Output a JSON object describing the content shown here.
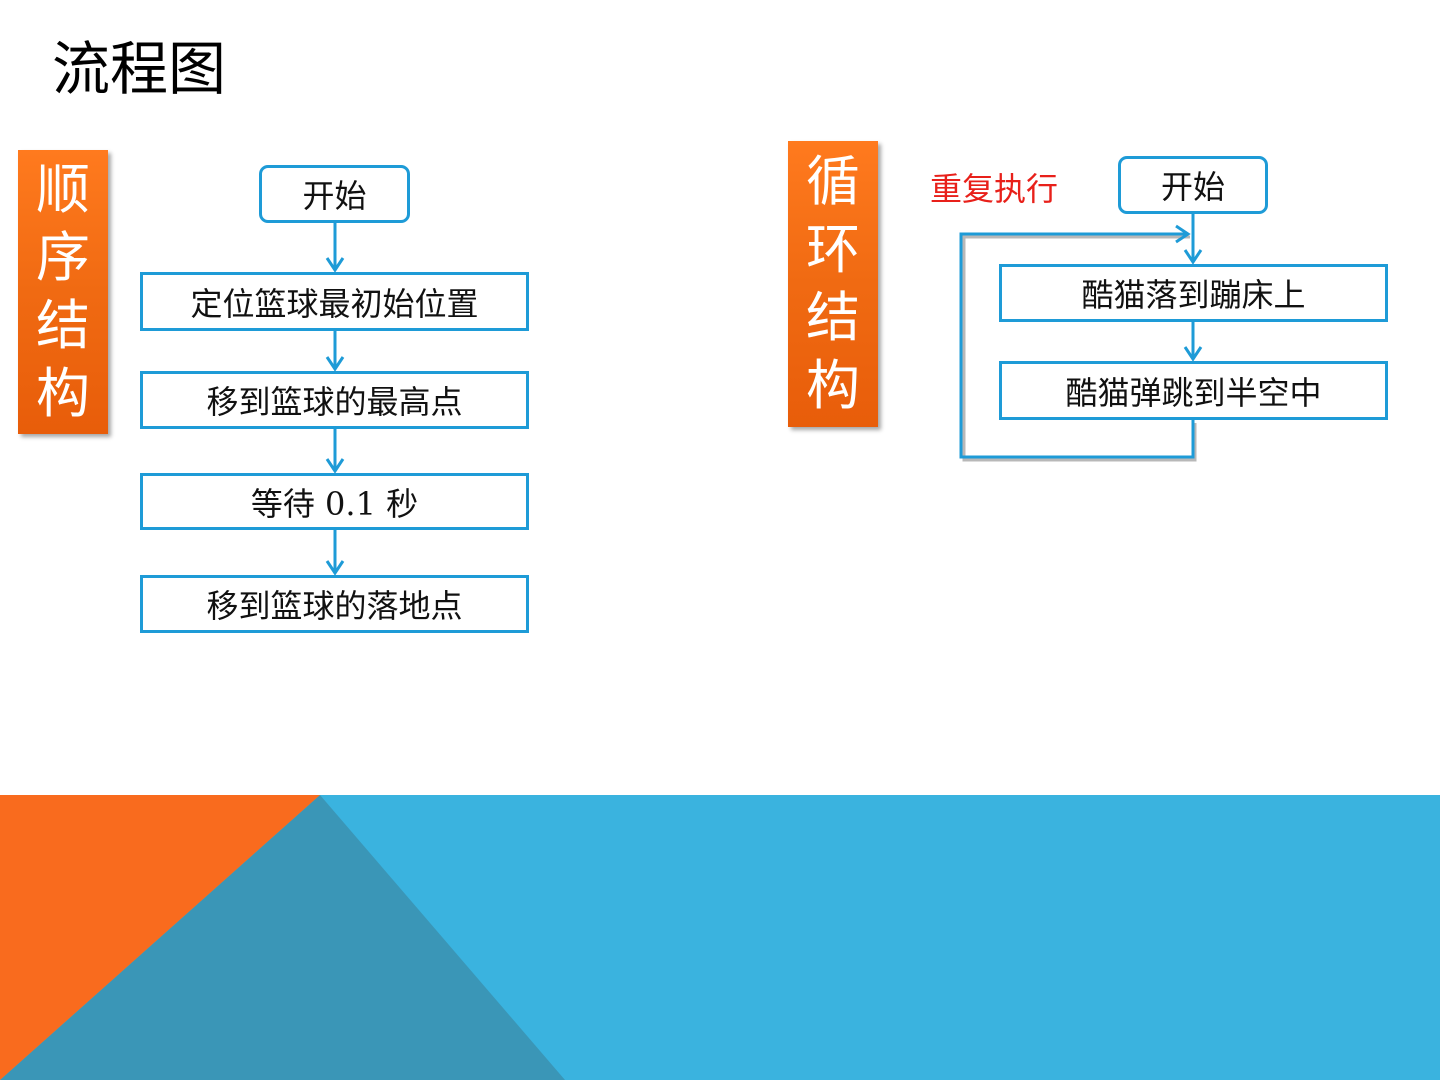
{
  "title": "流程图",
  "sequence": {
    "banner": [
      "顺",
      "序",
      "结",
      "构"
    ],
    "start": "开始",
    "steps": [
      "定位篮球最初始位置",
      "移到篮球的最高点",
      "等待 0.1 秒",
      "移到篮球的落地点"
    ]
  },
  "loop": {
    "banner": [
      "循",
      "环",
      "结",
      "构"
    ],
    "note": "重复执行",
    "start": "开始",
    "steps": [
      "酷猫落到蹦床上",
      "酷猫弹跳到半空中"
    ]
  },
  "colors": {
    "banner_orange": "#f06a12",
    "box_border": "#1e9bd7",
    "note_red": "#e8201a",
    "footer_blue": "#3ab3df",
    "footer_teal": "#3a96b7",
    "footer_orange": "#f96b1e"
  }
}
